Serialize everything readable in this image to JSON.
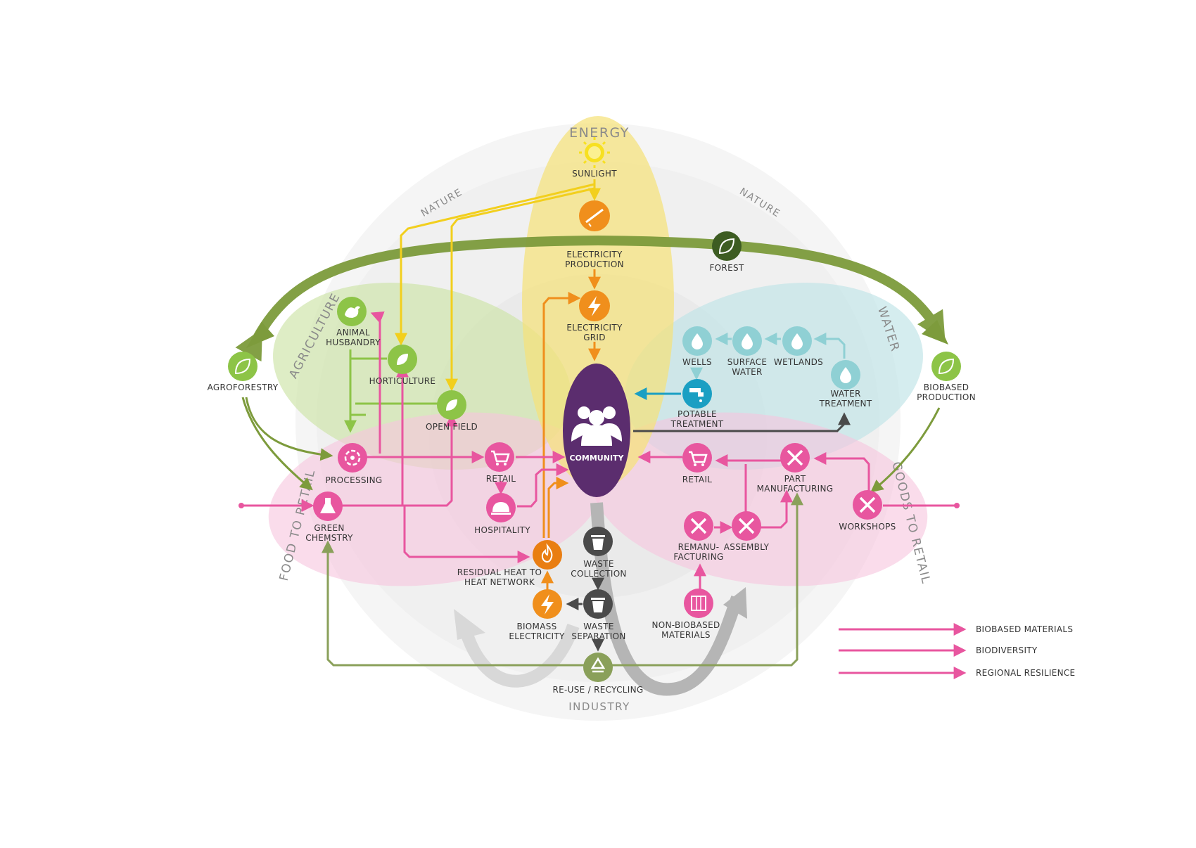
{
  "colors": {
    "energy": "#f2cf1d",
    "orange": "#f08f1c",
    "agriculture": "#8dc447",
    "water": "#8fd0d4",
    "water_dark": "#1a9fc3",
    "pink": "#e8569f",
    "nature": "#7d9b3c",
    "forest": "#3d5c22",
    "community": "#5b2d6e",
    "industry": "#4a4a4a",
    "recycling": "#8aa05a"
  },
  "zones": {
    "energy": "ENERGY",
    "nature_left": "NATURE",
    "nature_right": "NATURE",
    "agriculture": "AGRICULTURE",
    "water": "WATER",
    "food_to_retail": "FOOD TO RETAIL",
    "goods_to_retail": "GOODS TO RETAIL",
    "industry": "INDUSTRY"
  },
  "nodes": {
    "sunlight": {
      "label": "SUNLIGHT",
      "icon": "sun-icon"
    },
    "solar_panel": {
      "label": "",
      "icon": "solar-panel-icon"
    },
    "electricity_production": {
      "label": [
        "ELECTRICITY",
        "PRODUCTION"
      ]
    },
    "electricity_grid": {
      "label": [
        "ELECTRICITY",
        "GRID"
      ],
      "icon": "lightning-icon"
    },
    "forest": {
      "label": "FOREST",
      "icon": "leaf-icon"
    },
    "agroforestry": {
      "label": "AGROFORESTRY",
      "icon": "leaf-icon"
    },
    "biobased_production": {
      "label": [
        "BIOBASED",
        "PRODUCTION"
      ],
      "icon": "leaf-icon"
    },
    "animal_husbandry": {
      "label": [
        "ANIMAL",
        "HUSBANDRY"
      ],
      "icon": "chicken-icon"
    },
    "horticulture": {
      "label": "HORTICULTURE",
      "icon": "sprout-icon"
    },
    "open_field": {
      "label": "OPEN FIELD",
      "icon": "sprout-icon"
    },
    "processing": {
      "label": "PROCESSING",
      "icon": "recycle-gear-icon"
    },
    "green_chemistry": {
      "label": [
        "GREEN",
        "CHEMSTRY"
      ],
      "icon": "flask-icon"
    },
    "retail_left": {
      "label": "RETAIL",
      "icon": "cart-icon"
    },
    "hospitality": {
      "label": "HOSPITALITY",
      "icon": "service-bell-icon"
    },
    "community": {
      "label": "COMMUNITY",
      "icon": "people-icon"
    },
    "wells": {
      "label": "WELLS",
      "icon": "water-drop-icon"
    },
    "surface_water": {
      "label": [
        "SURFACE",
        "WATER"
      ],
      "icon": "water-drop-icon"
    },
    "wetlands": {
      "label": "WETLANDS",
      "icon": "water-drop-icon"
    },
    "water_treatment": {
      "label": [
        "WATER",
        "TREATMENT"
      ],
      "icon": "water-drop-icon"
    },
    "potable_treatment": {
      "label": [
        "POTABLE",
        "TREATMENT"
      ],
      "icon": "faucet-icon"
    },
    "retail_right": {
      "label": "RETAIL",
      "icon": "cart-icon"
    },
    "part_manufacturing": {
      "label": [
        "PART",
        "MANUFACTURING"
      ],
      "icon": "tools-icon"
    },
    "workshops": {
      "label": "WORKSHOPS",
      "icon": "tools-icon"
    },
    "remanufacturing": {
      "label": [
        "REMANU-",
        "FACTURING"
      ],
      "icon": "tools-icon"
    },
    "assembly": {
      "label": "ASSEMBLY",
      "icon": "tools-icon"
    },
    "non_biobased_materials": {
      "label": [
        "NON-BIOBASED",
        "MATERIALS"
      ],
      "icon": "crate-icon"
    },
    "residual_heat": {
      "label": [
        "RESIDUAL HEAT TO",
        "HEAT NETWORK"
      ],
      "icon": "flame-icon"
    },
    "biomass_electricity": {
      "label": [
        "BIOMASS",
        "ELECTRICITY"
      ],
      "icon": "lightning-icon"
    },
    "waste_collection": {
      "label": [
        "WASTE",
        "COLLECTION"
      ],
      "icon": "bin-icon"
    },
    "waste_separation": {
      "label": [
        "WASTE",
        "SEPARATION"
      ],
      "icon": "bin-icon"
    },
    "recycling": {
      "label": "RE-USE / RECYCLING",
      "icon": "recycle-icon"
    }
  },
  "legend": [
    {
      "label": "BIOBASED MATERIALS",
      "color": "#e8569f"
    },
    {
      "label": "BIODIVERSITY",
      "color": "#e8569f"
    },
    {
      "label": "REGIONAL RESILIENCE",
      "color": "#e8569f"
    }
  ]
}
